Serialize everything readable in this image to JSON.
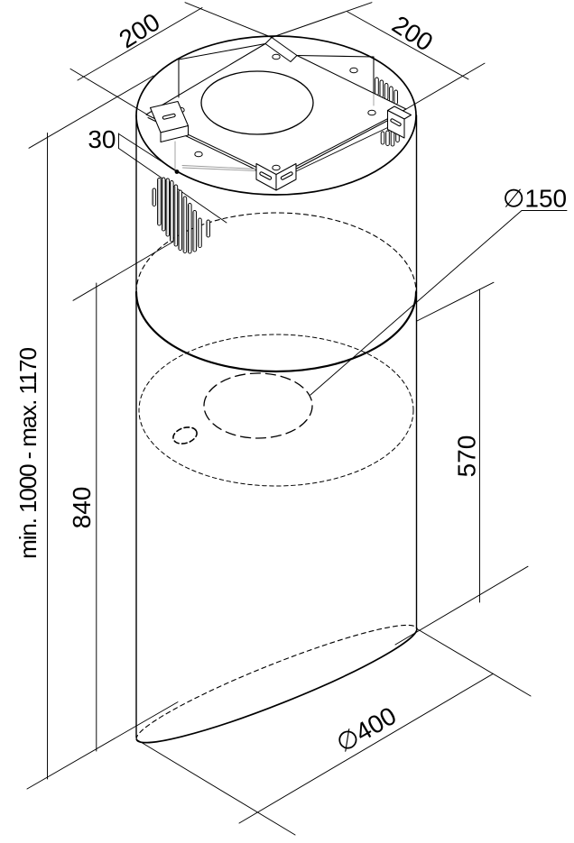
{
  "drawing": {
    "type": "technical-dimension-drawing",
    "subject": "cylindrical-island-hood",
    "background_color": "#ffffff",
    "line_color": "#000000",
    "labels": {
      "dim_top_left": "200",
      "dim_top_right": "200",
      "dim_plate_offset": "30",
      "dim_duct_diameter": "∅150",
      "dim_lower_height": "570",
      "dim_body_height": "840",
      "dim_overall_height": "min. 1000 - max. 1170",
      "dim_body_diameter": "∅400"
    }
  }
}
